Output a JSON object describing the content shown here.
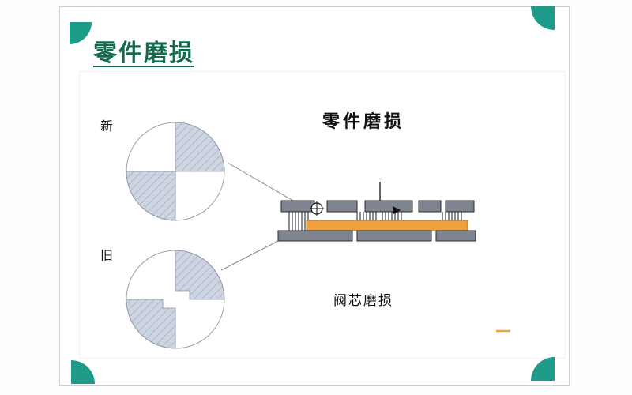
{
  "slide": {
    "title": "零件磨损",
    "label_new": "新",
    "label_old": "旧",
    "diagram_heading": "零件磨损",
    "diagram_caption": "阀芯磨损",
    "colors": {
      "corner_teal": "#1e9b89",
      "title_green": "#156a4e",
      "spool_orange": "#f0a03a",
      "metal_gray": "#7e8591",
      "hatch_fill": "#cdd5e3",
      "hatch_line": "#95a0b4",
      "outline_gray": "#99a1ad",
      "connector_gray": "#8c8c8c"
    }
  }
}
